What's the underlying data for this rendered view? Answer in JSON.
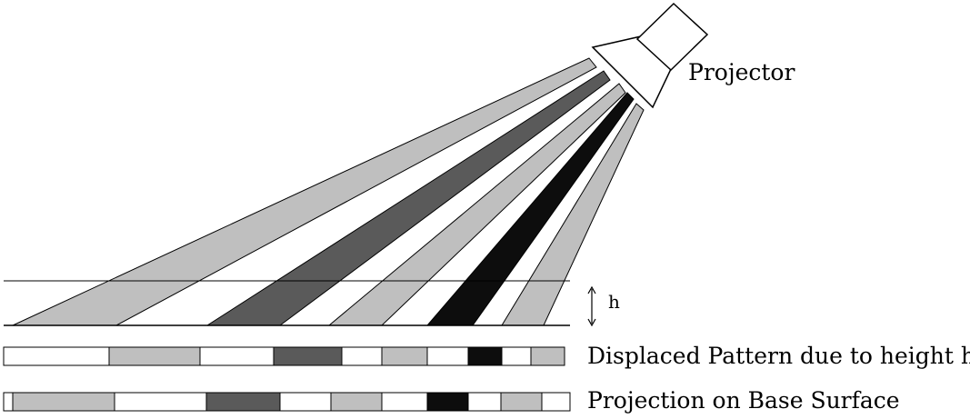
{
  "labels": {
    "projector": "Projector",
    "height": "h",
    "displaced": "Displaced Pattern due to height h",
    "base": "Projection on Base Surface"
  },
  "colors": {
    "light": "#bfbfbf",
    "dark": "#5a5a5a",
    "black": "#0d0d0d",
    "white": "#ffffff",
    "stroke": "#000000"
  },
  "stripes": [
    "light",
    "dark",
    "light",
    "black",
    "light"
  ],
  "displaced_pattern": [
    "white",
    "light",
    "white",
    "dark",
    "white",
    "light",
    "white",
    "black",
    "white",
    "light"
  ],
  "base_pattern": [
    "white",
    "light",
    "white",
    "dark",
    "white",
    "light",
    "white",
    "black",
    "white",
    "light",
    "white"
  ]
}
